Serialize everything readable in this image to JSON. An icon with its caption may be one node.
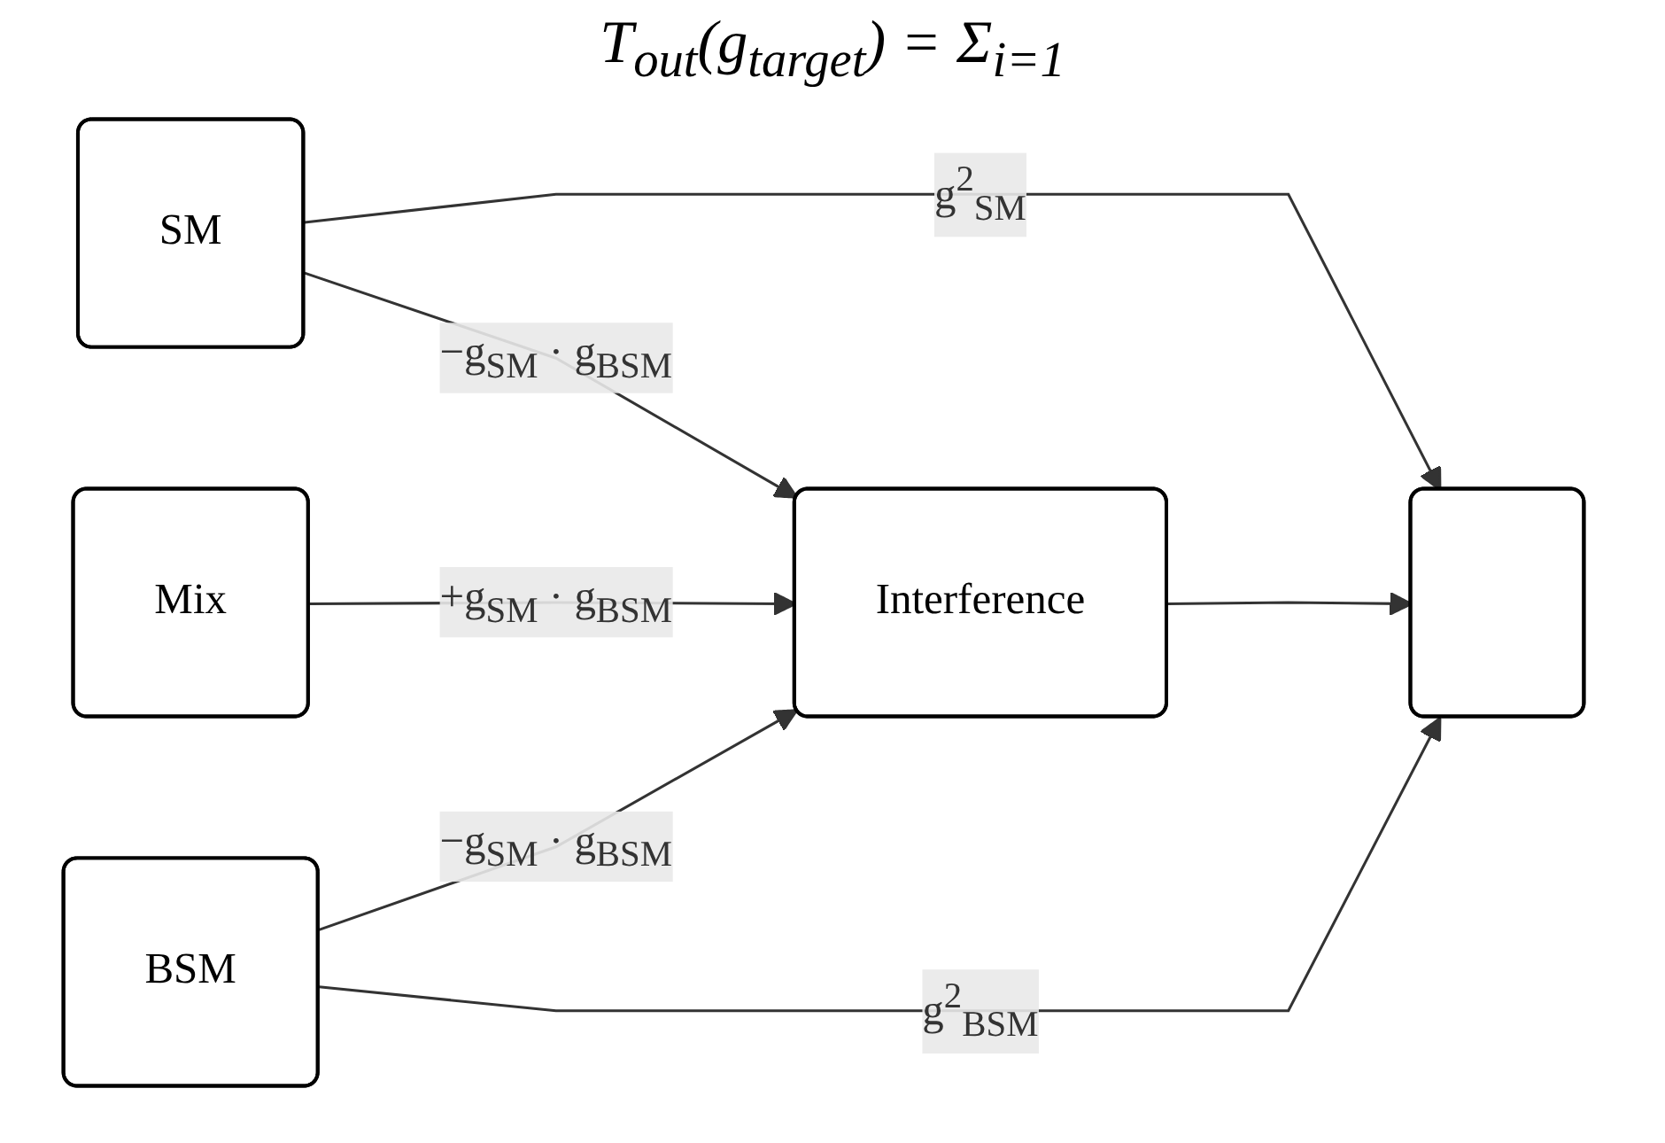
{
  "diagram": {
    "title": "T$_{out}$(g$_{target}$) = Σ$_{i=1}$",
    "nodes": [
      {
        "text": [
          "SM"
        ]
      },
      {
        "text": [
          "Mix"
        ]
      },
      {
        "text": [
          "BSM"
        ]
      },
      {
        "text": [
          "Interference"
        ]
      },
      {
        "text": [],
        "shape": "box"
      }
    ],
    "edges": [
      {
        "from": 0,
        "to": 4,
        "arrow": "to",
        "label": "g$^{2}$$_{SM}$"
      },
      {
        "from": 0,
        "to": 3,
        "arrow": "to",
        "label": "−g$_{SM}$ · g$_{BSM}$"
      },
      {
        "from": 1,
        "to": 3,
        "arrow": "to",
        "label": "+g$_{SM}$ · g$_{BSM}$"
      },
      {
        "from": 2,
        "to": 3,
        "arrow": "to",
        "label": "−g$_{SM}$ · g$_{BSM}$"
      },
      {
        "from": 3,
        "to": 4,
        "arrow": "to"
      },
      {
        "from": 2,
        "to": 4,
        "arrow": "to",
        "label": "g$^{2}$$_{BSM}$"
      }
    ]
  }
}
